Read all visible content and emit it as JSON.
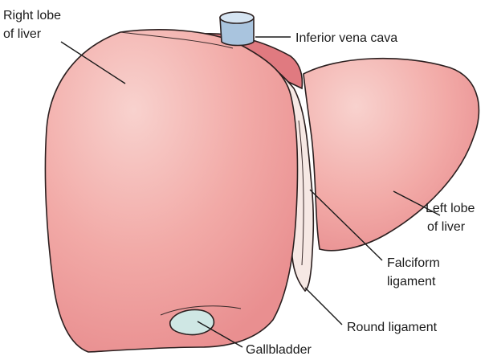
{
  "labels": {
    "right_lobe": [
      "Right lobe",
      "of liver"
    ],
    "inferior_vena_cava": "Inferior vena cava",
    "left_lobe": [
      "Left lobe",
      "of liver"
    ],
    "falciform": [
      "Falciform",
      "ligament"
    ],
    "round_ligament": "Round ligament",
    "gallbladder": "Gallbladder"
  },
  "colors": {
    "liver": "#f2a8a6",
    "liver_highlight": "#f8cfcb",
    "ivc": "#a9c4de",
    "ligament_band": "#e07a80",
    "falciform": "#f6e8e4",
    "gallbladder": "#cfe7e4"
  }
}
